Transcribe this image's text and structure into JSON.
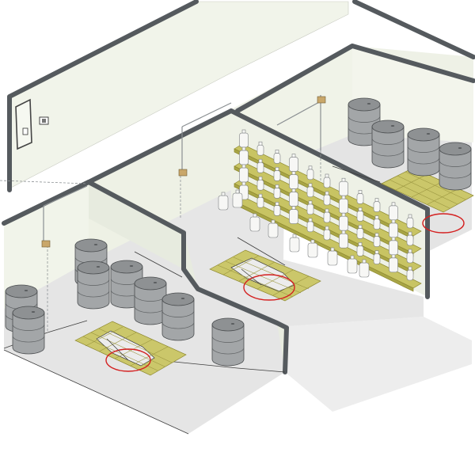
{
  "colors": {
    "background": "#ffffff",
    "wall_face": "#f1f4ea",
    "wall_face_shadow": "#e7ebdf",
    "floor": "#e5e5e5",
    "wall_top": "#555a5e",
    "barrel": "#a3a6a8",
    "barrel_top": "#8e9193",
    "grate": "#cbc76a",
    "shelf": "#c8c463",
    "spill_outline": "#d42020",
    "sensor_box": "#c9a76a"
  },
  "icons": {
    "door": "door-icon",
    "wall_switch": "wall-switch-icon",
    "sensor": "leak-sensor-icon",
    "drum": "drum-icon",
    "bottle": "chemical-bottle-icon",
    "floor_grate": "floor-grate-icon",
    "spill": "spill-outline-icon"
  },
  "scene": {
    "rooms": 3,
    "drums_left_room": 10,
    "drums_middle_room": 1,
    "drums_right_room": 4,
    "shelf_tiers": 4,
    "floor_grates": 3,
    "spill_zones": 3
  }
}
